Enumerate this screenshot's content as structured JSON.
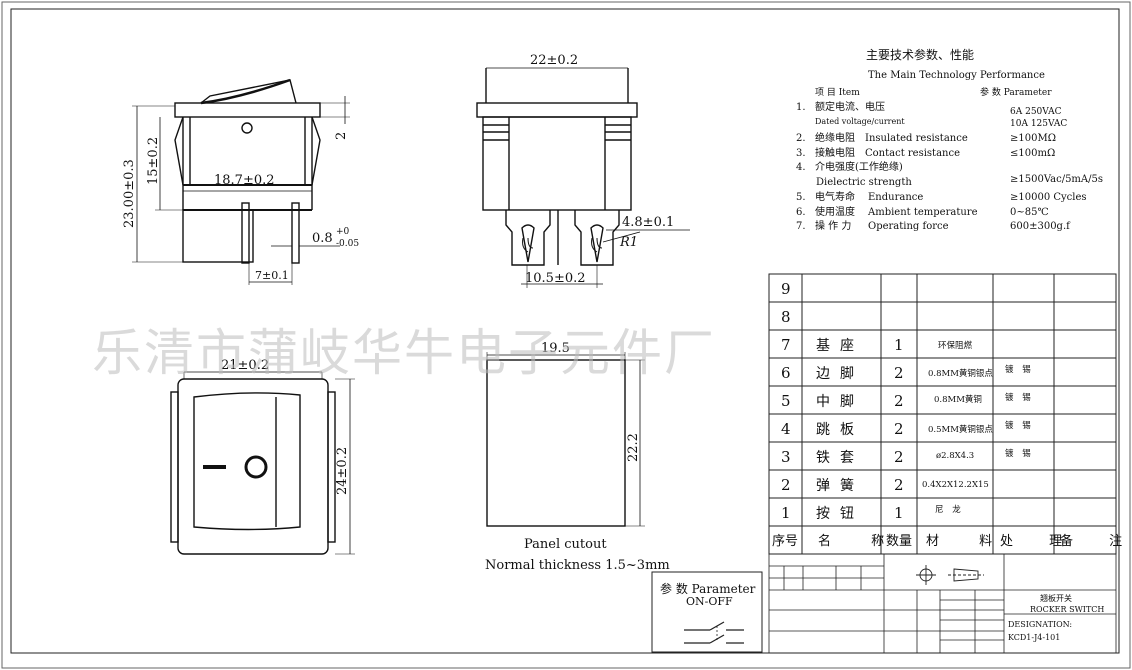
{
  "spec": {
    "title_cn": "主要技术参数、性能",
    "title_en": "The Main Technology Performance",
    "col_item": "项 目 Item",
    "col_param": "参 数 Parameter",
    "rows": [
      {
        "no": "1.",
        "cn": "额定电流、电压",
        "en": "",
        "val": "6A    250VAC"
      },
      {
        "no": "",
        "cn": "Dated voltage/current",
        "en": "",
        "val": "10A    125VAC"
      },
      {
        "no": "2.",
        "cn": "绝缘电阻",
        "en": "Insulated resistance",
        "val": "≥100MΩ"
      },
      {
        "no": "3.",
        "cn": "接触电阻",
        "en": "Contact resistance",
        "val": "≤100mΩ"
      },
      {
        "no": "4.",
        "cn": "介电强度(工作绝缘)",
        "en": "",
        "val": ""
      },
      {
        "no": "",
        "cn": "Dielectric strength",
        "en": "",
        "val": "≥1500Vac/5mA/5s"
      },
      {
        "no": "5.",
        "cn": "电气寿命",
        "en": "Endurance",
        "val": "≥10000 Cycles"
      },
      {
        "no": "6.",
        "cn": "使用温度",
        "en": "Ambient temperature",
        "val": "0~85℃"
      },
      {
        "no": "7.",
        "cn": "操 作 力",
        "en": "Operating force",
        "val": "600±300g.f"
      }
    ]
  },
  "dims": {
    "side_width": "18.7±0.2",
    "side_h1": "23.00±0.3",
    "side_h2": "15±0.2",
    "side_2": "2",
    "side_pin": "0.8",
    "side_pin_tol_up": "+0",
    "side_pin_tol_dn": "-0.05",
    "side_pitch": "7±0.1",
    "front_width": "22±0.2",
    "front_tab": "4.8±0.1",
    "front_r": "R1",
    "front_spacing": "10.5±0.2",
    "top_width": "21±0.2",
    "top_height": "24±0.2",
    "cutout_w": "19.5",
    "cutout_h": "22.2",
    "cutout_label": "Panel cutout",
    "cutout_thickness": "Normal thickness 1.5~3mm"
  },
  "bom": {
    "rows": [
      {
        "no": "9",
        "name": "",
        "qty": "",
        "mat": "",
        "proc": ""
      },
      {
        "no": "8",
        "name": "",
        "qty": "",
        "mat": "",
        "proc": ""
      },
      {
        "no": "7",
        "name": "基座",
        "qty": "1",
        "mat": "环保阻燃",
        "proc": ""
      },
      {
        "no": "6",
        "name": "边脚",
        "qty": "2",
        "mat": "0.8MM黄铜银点",
        "proc": "镀 锡"
      },
      {
        "no": "5",
        "name": "中脚",
        "qty": "2",
        "mat": "0.8MM黄铜",
        "proc": "镀 锡"
      },
      {
        "no": "4",
        "name": "跳板",
        "qty": "2",
        "mat": "0.5MM黄铜银点",
        "proc": "镀 锡"
      },
      {
        "no": "3",
        "name": "铁套",
        "qty": "2",
        "mat": "ø2.8X4.3",
        "proc": "镀 锡"
      },
      {
        "no": "2",
        "name": "弹簧",
        "qty": "2",
        "mat": "0.4X2X12.2X15",
        "proc": ""
      },
      {
        "no": "1",
        "name": "按钮",
        "qty": "1",
        "mat": "尼 龙",
        "proc": ""
      }
    ],
    "header": {
      "no": "序号",
      "name": "名 称",
      "qty": "数量",
      "mat": "材 料",
      "proc": "处 理",
      "note": "备 注"
    }
  },
  "param_box": {
    "title": "参 数 Parameter",
    "mode": "ON-OFF"
  },
  "title_block": {
    "name_cn": "翘板开关",
    "name_en": "ROCKER SWITCH",
    "designation_label": "DESIGNATION:",
    "designation": "KCD1-J4-101"
  },
  "watermark": "乐清市蒲岐华牛电子元件厂"
}
